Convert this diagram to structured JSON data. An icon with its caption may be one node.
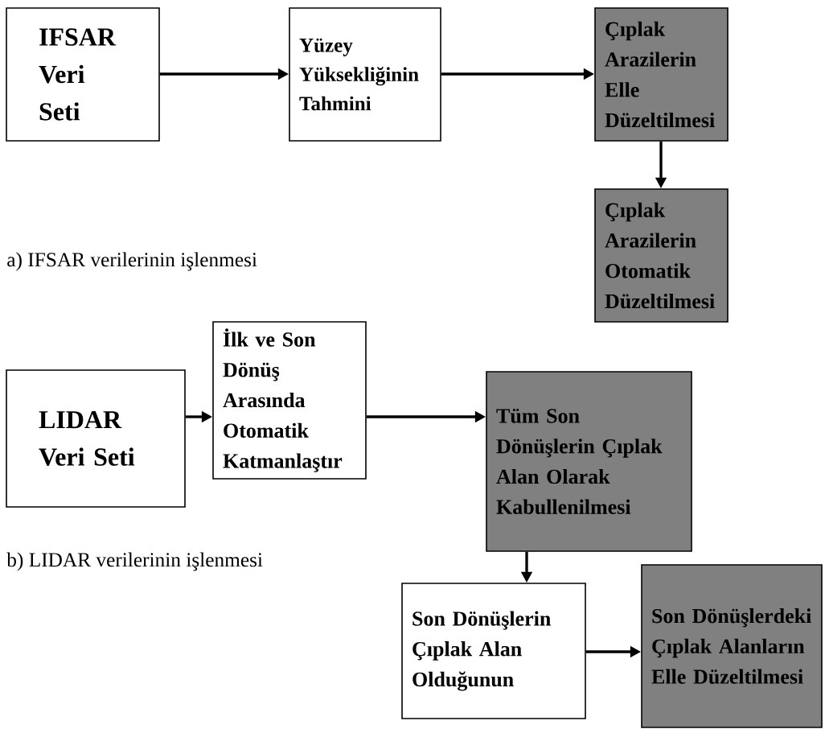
{
  "diagram": {
    "nodes": [
      {
        "text": [
          "IFSAR Veri Seti"
        ]
      },
      {
        "text": [
          "Yüzey Yüksekliğinin Tahmini"
        ]
      },
      {
        "text": [
          "Çıplak Arazilerin Elle Düzeltilmesi"
        ]
      },
      {
        "text": [
          "Çıplak Arazilerin Otomatik Düzeltilmesi"
        ]
      },
      {
        "text": [
          "LIDAR Veri Seti"
        ]
      },
      {
        "text": [
          "İlk ve Son Dönüş Arasında Otomatik Katmanlaştır"
        ]
      },
      {
        "text": [
          "Tüm Son Dönüşlerin Çıplak Alan Olarak Kabullenilmesi"
        ]
      },
      {
        "text": [
          "Son Dönüşlerin Çıplak Alan Olduğunun"
        ]
      },
      {
        "text": [
          "Son Dönüşlerdeki Çıplak Alanların Elle Düzeltilmesi"
        ]
      }
    ],
    "edges": [
      {
        "from": 0,
        "to": 1,
        "arrow": "to"
      },
      {
        "from": 1,
        "to": 2,
        "arrow": "to"
      },
      {
        "from": 2,
        "to": 3,
        "arrow": "to"
      },
      {
        "from": 4,
        "to": 5,
        "arrow": "to"
      },
      {
        "from": 5,
        "to": 6,
        "arrow": "to"
      },
      {
        "from": 6,
        "to": 7,
        "arrow": "to"
      },
      {
        "from": 7,
        "to": 8,
        "arrow": "to"
      }
    ],
    "labels": [
      "a) IFSAR verilerinin işlenmesi",
      "b) LIDAR verilerinin işlenmesi"
    ]
  }
}
